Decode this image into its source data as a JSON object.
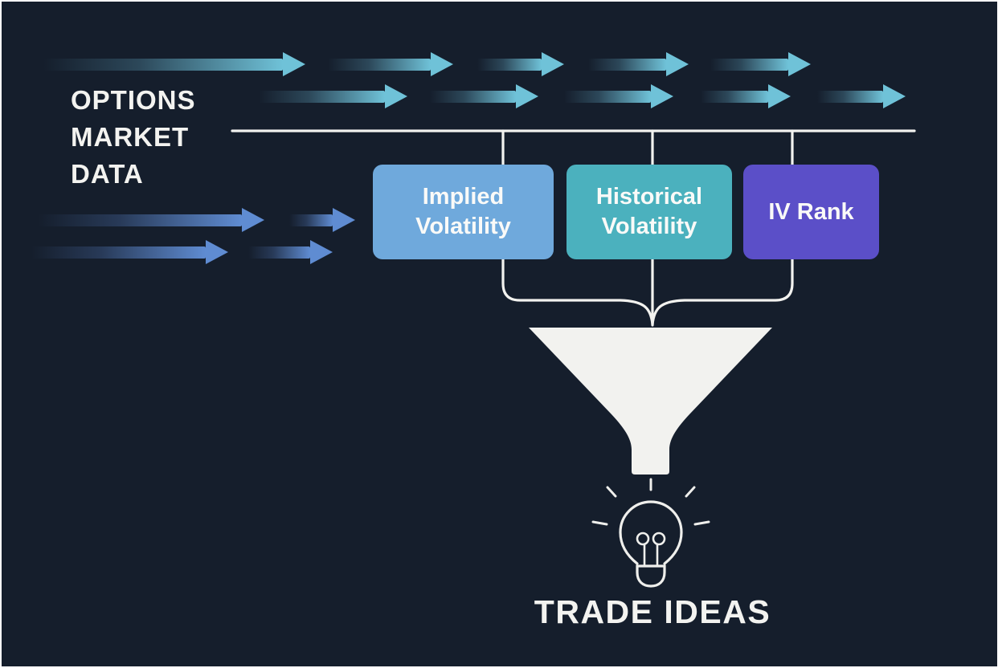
{
  "diagram": {
    "source_title": "OPTIONS\nMARKET\nDATA",
    "factors": [
      {
        "label": "Implied Volatility",
        "color": "#6FA9DC"
      },
      {
        "label": "Historical Volatility",
        "color": "#4BB1BE"
      },
      {
        "label": "IV Rank",
        "color": "#5B4FC8"
      }
    ],
    "output_title": "TRADE IDEAS",
    "icons": {
      "flow_arrow": "flow-arrow-icon",
      "funnel": "funnel-icon",
      "lightbulb": "lightbulb-icon"
    },
    "colors": {
      "background": "#151E2C",
      "frame_border": "#FFFFFF",
      "line_white": "#F2F2EF",
      "funnel_fill": "#F2F2EF",
      "teal_arrow": "#6FC2D8",
      "blue_arrow": "#5F8CD2",
      "text_light": "#F3F3F0"
    }
  }
}
